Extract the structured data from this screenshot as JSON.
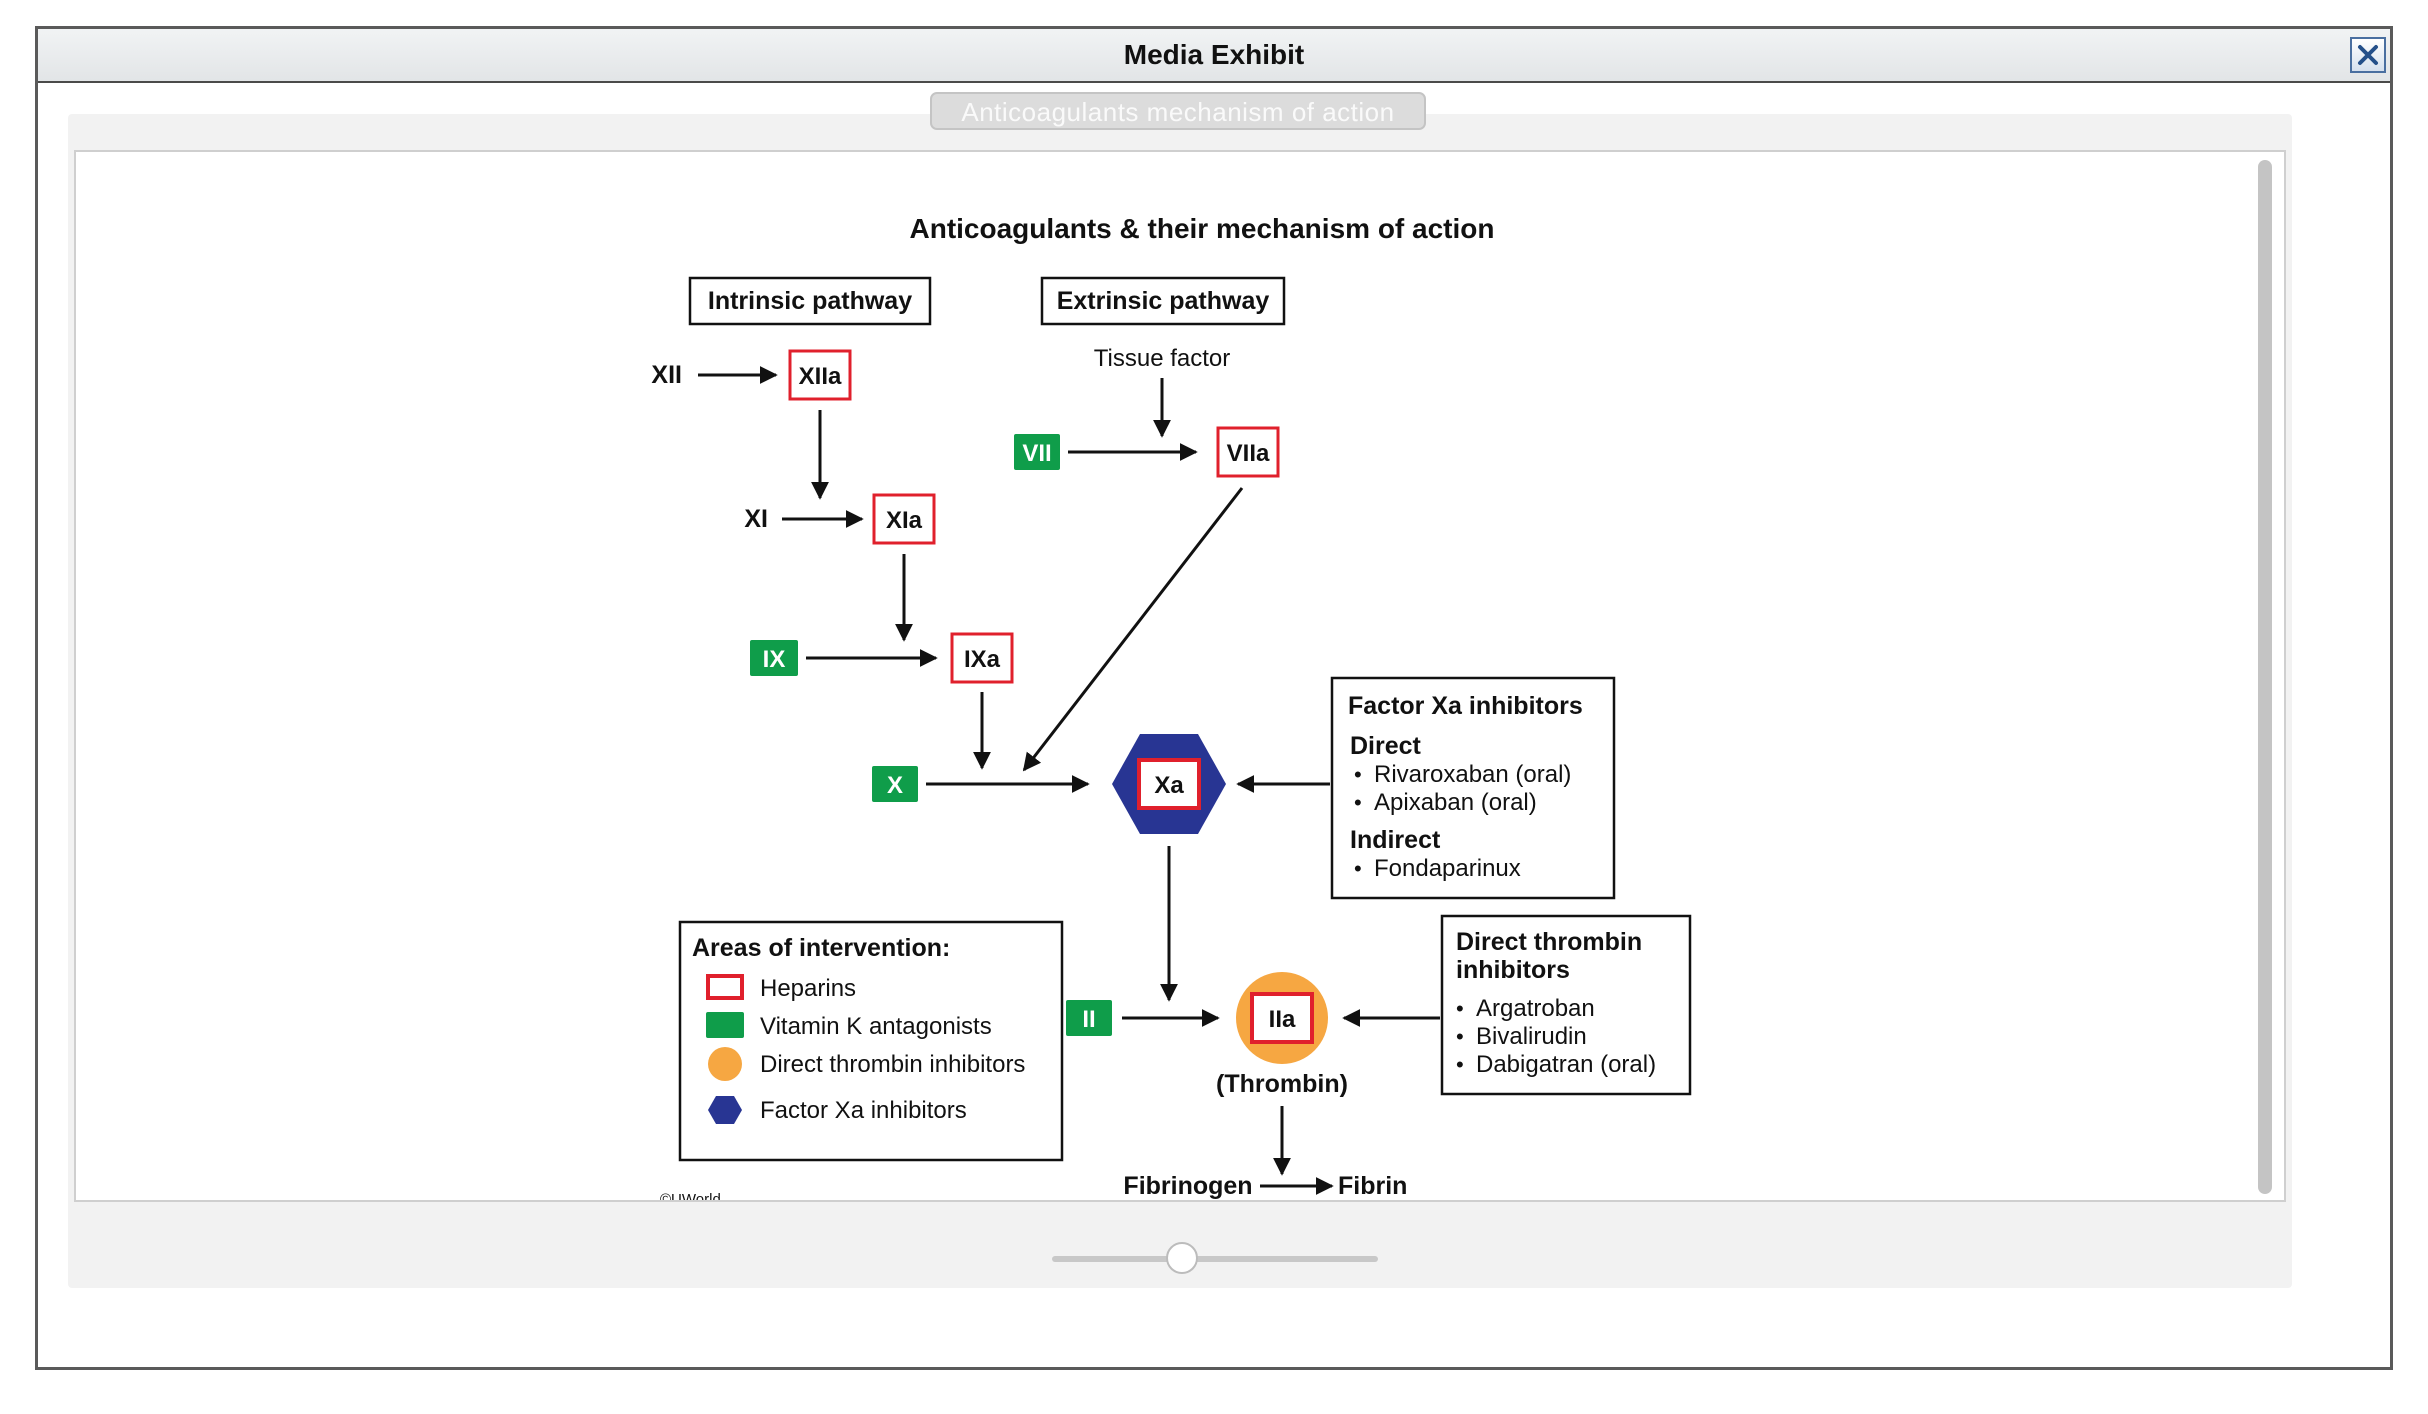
{
  "window": {
    "title": "Media Exhibit",
    "tab_label": "Anticoagulants mechanism of action"
  },
  "slider": {
    "value": 0.4
  },
  "diagram": {
    "title": "Anticoagulants & their mechanism of action",
    "intrinsic_label": "Intrinsic pathway",
    "extrinsic_label": "Extrinsic pathway",
    "tissue_factor": "Tissue factor",
    "factors": {
      "xii": "XII",
      "xiia": "XIIa",
      "xi": "XI",
      "xia": "XIa",
      "vii": "VII",
      "viia": "VIIa",
      "ix": "IX",
      "ixa": "IXa",
      "x": "X",
      "xa": "Xa",
      "ii": "II",
      "iia": "IIa",
      "thrombin": "(Thrombin)",
      "fibrinogen": "Fibrinogen",
      "fibrin": "Fibrin"
    },
    "xa_box": {
      "title": "Factor Xa inhibitors",
      "direct_label": "Direct",
      "direct_items": [
        "Rivaroxaban (oral)",
        "Apixaban (oral)"
      ],
      "indirect_label": "Indirect",
      "indirect_items": [
        "Fondaparinux"
      ]
    },
    "dti_box": {
      "title_line1": "Direct thrombin",
      "title_line2": "inhibitors",
      "items": [
        "Argatroban",
        "Bivalirudin",
        "Dabigatran (oral)"
      ]
    },
    "legend": {
      "title": "Areas of intervention:",
      "items": [
        "Heparins",
        "Vitamin K antagonists",
        "Direct thrombin inhibitors",
        "Factor Xa inhibitors"
      ]
    },
    "copyright": "©UWorld",
    "colors": {
      "heparin": "#e0202c",
      "vka": "#0f9d4a",
      "dti": "#f6a742",
      "fxa": "#283593"
    }
  }
}
